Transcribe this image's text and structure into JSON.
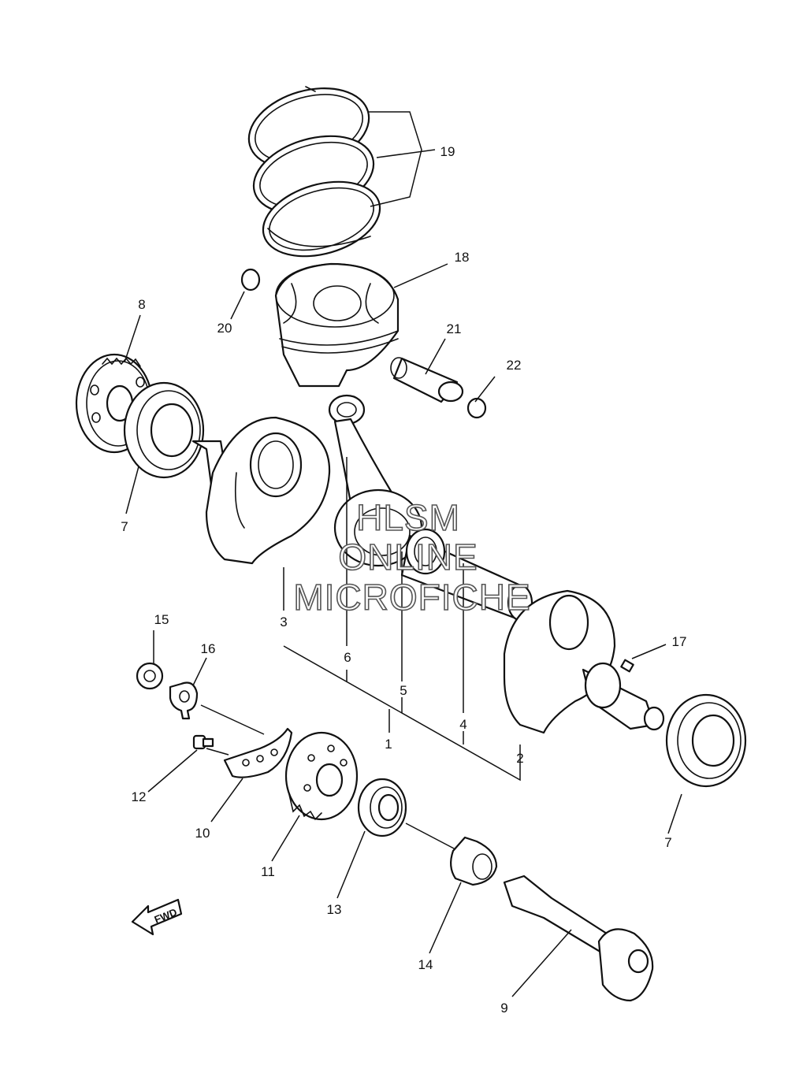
{
  "diagram": {
    "callouts": [
      "1",
      "2",
      "3",
      "4",
      "5",
      "6",
      "7",
      "7",
      "8",
      "9",
      "10",
      "11",
      "12",
      "13",
      "14",
      "15",
      "16",
      "17",
      "18",
      "19",
      "20",
      "21",
      "22"
    ],
    "watermark": [
      "HLSM",
      "ONLINE",
      "MICROFICHE"
    ],
    "direction_label": "FWD"
  }
}
